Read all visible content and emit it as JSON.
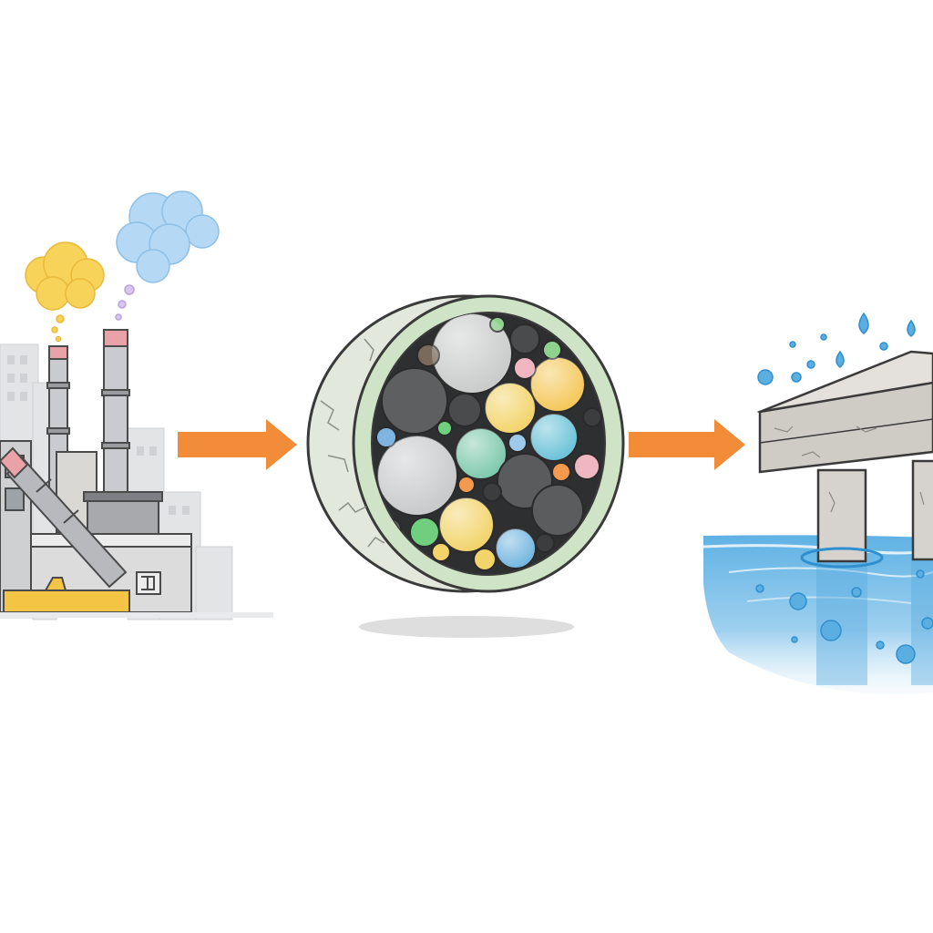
{
  "diagram": {
    "stages": [
      {
        "id": "factory",
        "icon": "industrial-factory-icon"
      },
      {
        "id": "cross_section",
        "icon": "concrete-aggregate-cross-section-icon"
      },
      {
        "id": "structure",
        "icon": "concrete-bridge-pier-in-water-icon"
      }
    ],
    "arrows": [
      {
        "from": "factory",
        "to": "cross_section",
        "color": "#f28c38"
      },
      {
        "from": "cross_section",
        "to": "structure",
        "color": "#f28c38"
      }
    ]
  },
  "colors": {
    "arrow": "#f28c38",
    "smoke_yellow": "#f7d35a",
    "smoke_blue": "#a9d3f2",
    "ring_green": "#cfe4c6",
    "ring_outer": "#dde6d8",
    "concrete": "#d6d3ce",
    "water": "#5aaee0",
    "outline": "#3a3a3a"
  }
}
